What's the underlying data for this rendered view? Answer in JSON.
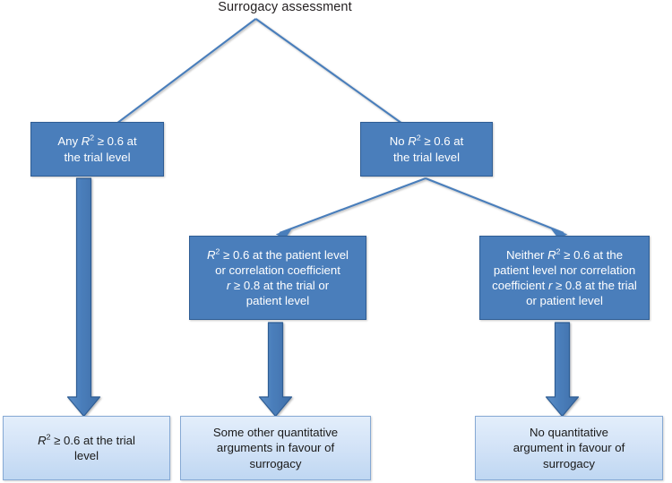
{
  "diagram": {
    "type": "flowchart",
    "title": "Surrogacy assessment",
    "colors": {
      "decision_fill": "#4a7ebb",
      "decision_border": "#2f5d94",
      "outcome_fill": "#d3e3f7",
      "outcome_border": "#86a9d4",
      "arrow": "#4a7ebb",
      "arrow_border": "#2f5d94",
      "title_text": "#231f20",
      "decision_text": "#ffffff",
      "outcome_text": "#1a1a1a",
      "background": "#ffffff"
    },
    "nodes": {
      "level1_left": {
        "id": "any-r2-trial-level",
        "kind": "decision",
        "lines": [
          "Any R2 ≥ 0.6 at",
          "the trial level"
        ],
        "text": "Any R² ≥ 0.6 at the trial level"
      },
      "level1_right": {
        "id": "no-r2-trial-level",
        "kind": "decision",
        "lines": [
          "No R2 ≥ 0.6 at",
          "the trial level"
        ],
        "text": "No R² ≥ 0.6 at the trial level"
      },
      "level2_middle": {
        "id": "r2-patient-or-correlation",
        "kind": "decision",
        "lines": [
          "R2 ≥ 0.6 at the patient level",
          "or correlation coefficient",
          "r ≥ 0.8 at the trial or",
          "patient level"
        ],
        "text": "R² ≥ 0.6 at the patient level or correlation coefficient r ≥ 0.8 at the trial or patient level"
      },
      "level2_right": {
        "id": "neither-r2-nor-correlation",
        "kind": "decision",
        "lines": [
          "Neither R2 ≥ 0.6 at the",
          "patient level nor correlation",
          "coefficient r ≥ 0.8 at the trial",
          "or patient level"
        ],
        "text": "Neither R² ≥ 0.6 at the patient level nor correlation coefficient r ≥ 0.8 at the trial or patient level"
      },
      "outcome_left": {
        "id": "outcome-r2-trial-level",
        "kind": "outcome",
        "lines": [
          "R2 ≥ 0.6 at the trial",
          "level"
        ],
        "text": "R² ≥ 0.6 at the trial level"
      },
      "outcome_middle": {
        "id": "outcome-some-other-quantitative",
        "kind": "outcome",
        "lines": [
          "Some other quantitative",
          "arguments in favour of",
          "surrogacy"
        ],
        "text": "Some other quantitative arguments in favour of surrogacy"
      },
      "outcome_right": {
        "id": "outcome-no-quantitative",
        "kind": "outcome",
        "lines": [
          "No quantitative",
          "argument in favour of",
          "surrogacy"
        ],
        "text": "No quantitative argument in favour of surrogacy"
      }
    },
    "edges": [
      {
        "id": "edge-title-to-any",
        "style": "thin-arrow",
        "from": "title",
        "to": "level1_left"
      },
      {
        "id": "edge-title-to-no",
        "style": "thin-arrow",
        "from": "title",
        "to": "level1_right"
      },
      {
        "id": "edge-no-to-middle",
        "style": "thin-arrow",
        "from": "level1_right",
        "to": "level2_middle"
      },
      {
        "id": "edge-no-to-right",
        "style": "thin-arrow",
        "from": "level1_right",
        "to": "level2_right"
      },
      {
        "id": "edge-any-to-outcome-left",
        "style": "block-arrow",
        "from": "level1_left",
        "to": "outcome_left"
      },
      {
        "id": "edge-middle-to-outcome-middle",
        "style": "block-arrow",
        "from": "level2_middle",
        "to": "outcome_middle"
      },
      {
        "id": "edge-right-to-outcome-right",
        "style": "block-arrow",
        "from": "level2_right",
        "to": "outcome_right"
      }
    ]
  }
}
